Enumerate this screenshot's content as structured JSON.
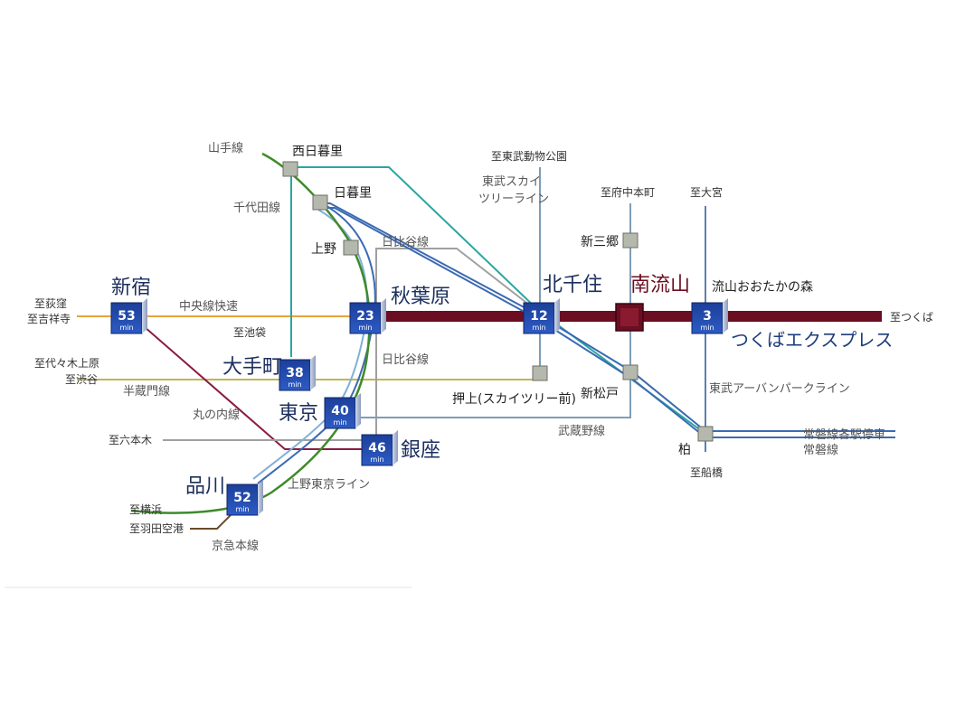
{
  "domain_note": "",
  "destinations": {
    "ogikubo": "至荻窪",
    "kichijoji": "至吉祥寺",
    "yoyogi_uehara": "至代々木上原",
    "shibuya": "至渋谷",
    "roppongi": "至六本木",
    "yokohama": "至横浜",
    "haneda": "至羽田空港",
    "ikebukuro": "至池袋",
    "tobu_zoo": "至東武動物公園",
    "fuchu_honmachi": "至府中本町",
    "omiya": "至大宮",
    "funabashi": "至船橋",
    "tsukuba": "至つくば"
  },
  "lines": {
    "yamanote": "山手線",
    "chiyoda": "千代田線",
    "hibiya_top": "日比谷線",
    "hibiya_mid": "日比谷線",
    "chuo_rapid": "中央線快速",
    "hanzomon": "半蔵門線",
    "marunouchi": "丸の内線",
    "ueno_tokyo": "上野東京ライン",
    "keikyu": "京急本線",
    "tobu_skytree_1": "東武スカイ",
    "tobu_skytree_2": "ツリーライン",
    "musashino": "武蔵野線",
    "tobu_urban_park": "東武アーバンパークライン",
    "joban_local": "常磐線各駅停車",
    "joban": "常磐線",
    "tsukuba_express": "つくばエクスプレス"
  },
  "stations": {
    "nishinippori": "西日暮里",
    "nippori": "日暮里",
    "ueno": "上野",
    "oshiage": "押上(スカイツリー前)",
    "shinmisato": "新三郷",
    "shinmatsudo": "新松戸",
    "kashiwa": "柏",
    "nagareyama_otakanomori": "流山おおたかの森",
    "minami_nagareyama": "南流山"
  },
  "timed_stations": [
    {
      "name": "新宿",
      "minutes": "53"
    },
    {
      "name": "秋葉原",
      "minutes": "23"
    },
    {
      "name": "大手町",
      "minutes": "38"
    },
    {
      "name": "東京",
      "minutes": "40"
    },
    {
      "name": "銀座",
      "minutes": "46"
    },
    {
      "name": "品川",
      "minutes": "52"
    },
    {
      "name": "北千住",
      "minutes": "12"
    },
    {
      "name": "",
      "minutes": "3"
    }
  ],
  "unit": "min",
  "colors": {
    "tsukuba_express": "#6b0e21",
    "yamanote": "#3f8a2a",
    "chiyoda": "#2aa6a0",
    "chuo": "#e6a43a",
    "hanzomon": "#b0a24d",
    "marunouchi": "#8a1d43",
    "hibiya": "#9a9a9a",
    "joban": "#3b6ab3",
    "keikyu": "#6b4b2a",
    "tobu": "#5f7fae",
    "musashino": "#7f9db5"
  }
}
